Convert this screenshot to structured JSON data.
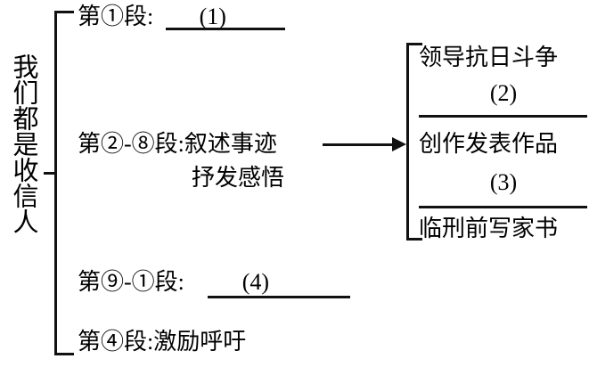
{
  "diagram": {
    "root": {
      "label": "我们都是收信人"
    },
    "branches": [
      {
        "prefix": "第①段:",
        "blank": "(1)",
        "has_blank": true
      },
      {
        "line1": "第②-⑧段:叙述事迹",
        "line2": "抒发感悟"
      },
      {
        "prefix": "第⑨-①段:",
        "blank": "(4)",
        "has_blank": true
      },
      {
        "text": "第④段:激励呼吁"
      }
    ],
    "detail_group": {
      "items": [
        {
          "text": "领导抗日斗争",
          "type": "text"
        },
        {
          "text": "(2)",
          "type": "blank"
        },
        {
          "text": "创作发表作品",
          "type": "text"
        },
        {
          "text": "(3)",
          "type": "blank"
        },
        {
          "text": "临刑前写家书",
          "type": "text"
        }
      ]
    },
    "connector": {
      "arrow": "right-arrow"
    },
    "colors": {
      "ink": "#111111",
      "background": "#ffffff"
    }
  }
}
